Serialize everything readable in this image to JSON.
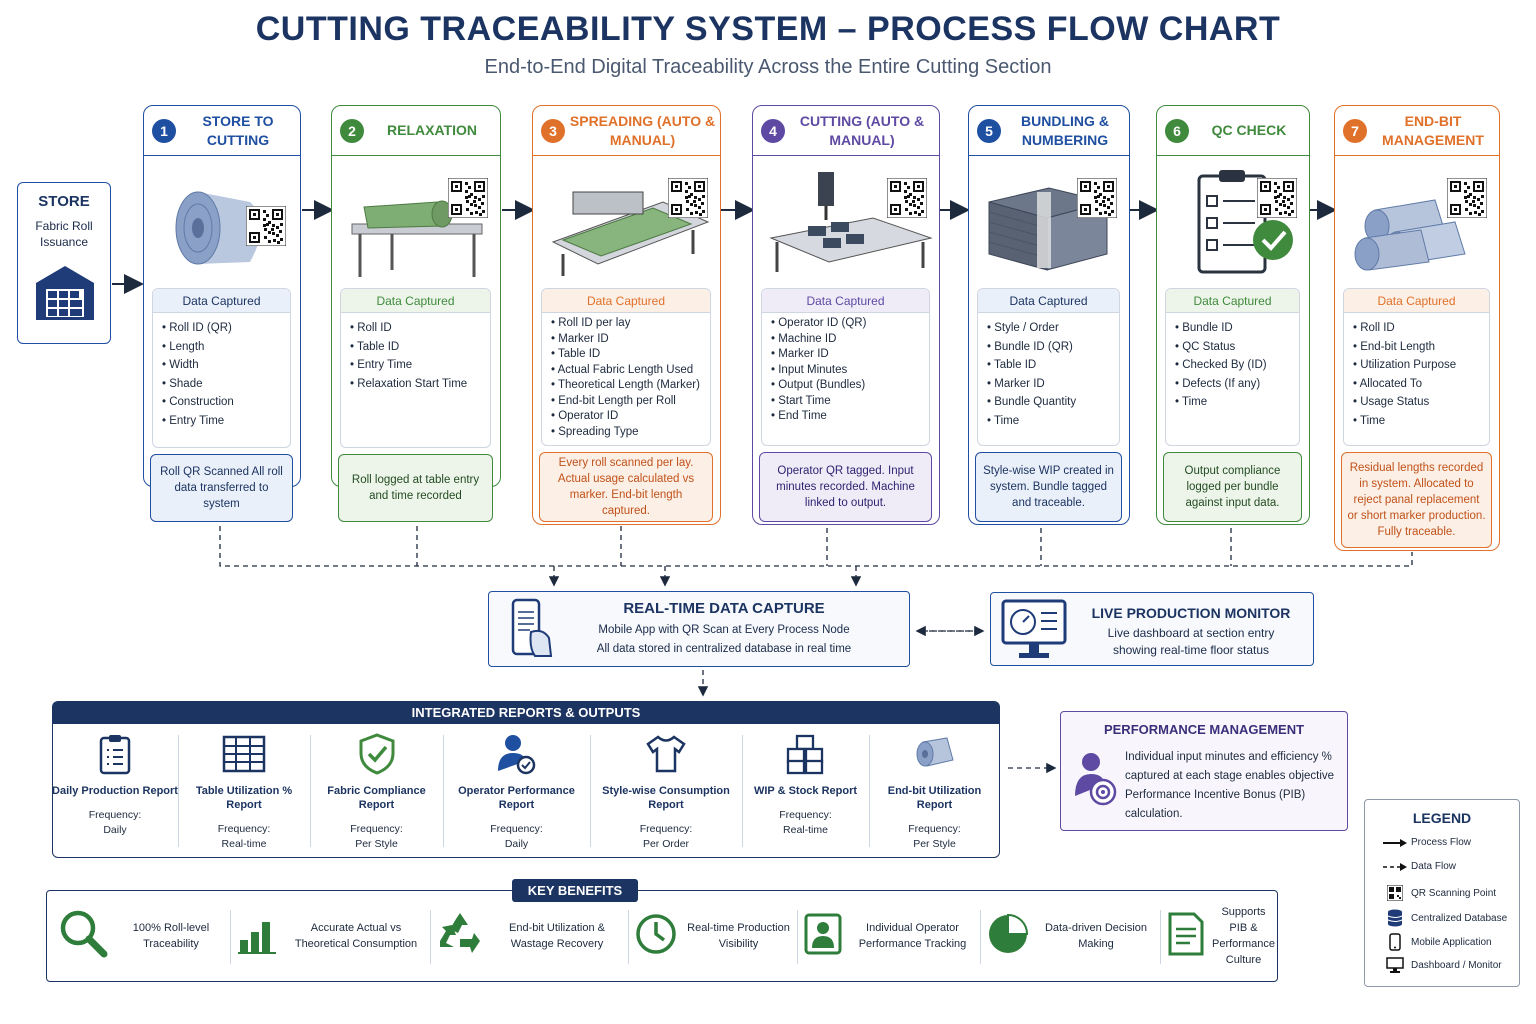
{
  "title": "CUTTING TRACEABILITY SYSTEM – PROCESS FLOW CHART",
  "subtitle": "End-to-End Digital Traceability Across the Entire Cutting Section",
  "store": {
    "title": "STORE",
    "label": "Fabric Roll Issuance"
  },
  "colors": {
    "blue": "#1f4fa0",
    "green": "#3f8a3c",
    "orange": "#e0712a",
    "purple": "#5e4aa3",
    "navy": "#1c3461"
  },
  "stages": [
    {
      "num": "1",
      "title": "STORE TO CUTTING",
      "color": "#1f4fa0",
      "data_title": "Data Captured",
      "items": [
        "Roll ID (QR)",
        "Length",
        "Width",
        "Shade",
        "Construction",
        "Entry Time"
      ],
      "note": "Roll QR Scanned All roll data transferred to system"
    },
    {
      "num": "2",
      "title": "RELAXATION",
      "color": "#3f8a3c",
      "data_title": "Data Captured",
      "items": [
        "Roll ID",
        "Table ID",
        "Entry Time",
        "Relaxation Start Time"
      ],
      "note": "Roll logged at table entry and time recorded"
    },
    {
      "num": "3",
      "title": "SPREADING (AUTO & MANUAL)",
      "color": "#e0712a",
      "data_title": "Data Captured",
      "items": [
        "Roll ID per lay",
        "Marker ID",
        "Table ID",
        "Actual Fabric Length Used",
        "Theoretical Length (Marker)",
        "End-bit Length per Roll",
        "Operator ID",
        "Spreading Type"
      ],
      "note": "Every roll scanned per lay. Actual usage calculated vs marker. End-bit length captured."
    },
    {
      "num": "4",
      "title": "CUTTING (AUTO & MANUAL)",
      "color": "#5e4aa3",
      "data_title": "Data Captured",
      "items": [
        "Operator ID (QR)",
        "Machine ID",
        "Marker ID",
        "Input Minutes",
        "Output (Bundles)",
        "Start Time",
        "End Time"
      ],
      "note": "Operator QR tagged. Input minutes recorded. Machine linked to output."
    },
    {
      "num": "5",
      "title": "BUNDLING & NUMBERING",
      "color": "#1f4fa0",
      "data_title": "Data Captured",
      "items": [
        "Style / Order",
        "Bundle ID (QR)",
        "Table ID",
        "Marker ID",
        "Bundle Quantity",
        "Time"
      ],
      "note": "Style-wise WIP created in system. Bundle tagged and traceable."
    },
    {
      "num": "6",
      "title": "QC CHECK",
      "color": "#3f8a3c",
      "data_title": "Data Captured",
      "items": [
        "Bundle ID",
        "QC Status",
        "Checked By (ID)",
        "Defects (If any)",
        "Time"
      ],
      "note": "Output compliance logged per bundle against input data."
    },
    {
      "num": "7",
      "title": "END-BIT MANAGEMENT",
      "color": "#e0712a",
      "data_title": "Data Captured",
      "items": [
        "Roll ID",
        "End-bit Length",
        "Utilization Purpose",
        "Allocated To",
        "Usage Status",
        "Time"
      ],
      "note": "Residual lengths recorded in system. Allocated to reject panal replacement or short marker production. Fully traceable."
    }
  ],
  "realtime": {
    "title": "REAL-TIME DATA CAPTURE",
    "line1": "Mobile App with QR Scan at Every Process Node",
    "line2": "All data stored in centralized database in real time"
  },
  "monitor": {
    "title": "LIVE PRODUCTION MONITOR",
    "line1": "Live dashboard at section entry",
    "line2": "showing real-time floor status"
  },
  "reports": {
    "header": "INTEGRATED REPORTS & OUTPUTS",
    "freq_label": "Frequency:",
    "items": [
      {
        "name": "Daily Production Report",
        "freq": "Daily",
        "icon": "clipboard-icon"
      },
      {
        "name": "Table Utilization % Report",
        "freq": "Real-time",
        "icon": "table-grid-icon"
      },
      {
        "name": "Fabric Compliance Report",
        "freq": "Per Style",
        "icon": "shield-check-icon"
      },
      {
        "name": "Operator Performance Report",
        "freq": "Daily",
        "icon": "operator-icon"
      },
      {
        "name": "Style-wise Consumption Report",
        "freq": "Per Order",
        "icon": "tshirt-icon"
      },
      {
        "name": "WIP & Stock Report",
        "freq": "Real-time",
        "icon": "boxes-icon"
      },
      {
        "name": "End-bit Utilization Report",
        "freq": "Per Style",
        "icon": "fabric-roll-icon"
      }
    ]
  },
  "performance": {
    "title": "PERFORMANCE MANAGEMENT",
    "text": "Individual input minutes and efficiency % captured at each stage enables objective Performance Incentive Bonus (PIB) calculation."
  },
  "legend": {
    "title": "LEGEND",
    "items": [
      {
        "label": "Process Flow",
        "icon": "solid-arrow-icon"
      },
      {
        "label": "Data Flow",
        "icon": "dashed-arrow-icon"
      },
      {
        "label": "QR Scanning Point",
        "icon": "qr-icon"
      },
      {
        "label": "Centralized Database",
        "icon": "database-icon"
      },
      {
        "label": "Mobile Application",
        "icon": "mobile-icon"
      },
      {
        "label": "Dashboard / Monitor",
        "icon": "monitor-icon"
      }
    ]
  },
  "benefits": {
    "header": "KEY BENEFITS",
    "items": [
      {
        "text": "100% Roll-level Traceability",
        "icon": "magnifier-icon"
      },
      {
        "text": "Accurate Actual vs Theoretical Consumption",
        "icon": "bar-chart-icon"
      },
      {
        "text": "End-bit Utilization & Wastage Recovery",
        "icon": "recycle-icon"
      },
      {
        "text": "Real-time Production Visibility",
        "icon": "clock-icon"
      },
      {
        "text": "Individual Operator Performance Tracking",
        "icon": "operator-badge-icon"
      },
      {
        "text": "Data-driven Decision Making",
        "icon": "pie-chart-icon"
      },
      {
        "text": "Supports PIB & Performance Culture",
        "icon": "document-icon"
      }
    ]
  }
}
